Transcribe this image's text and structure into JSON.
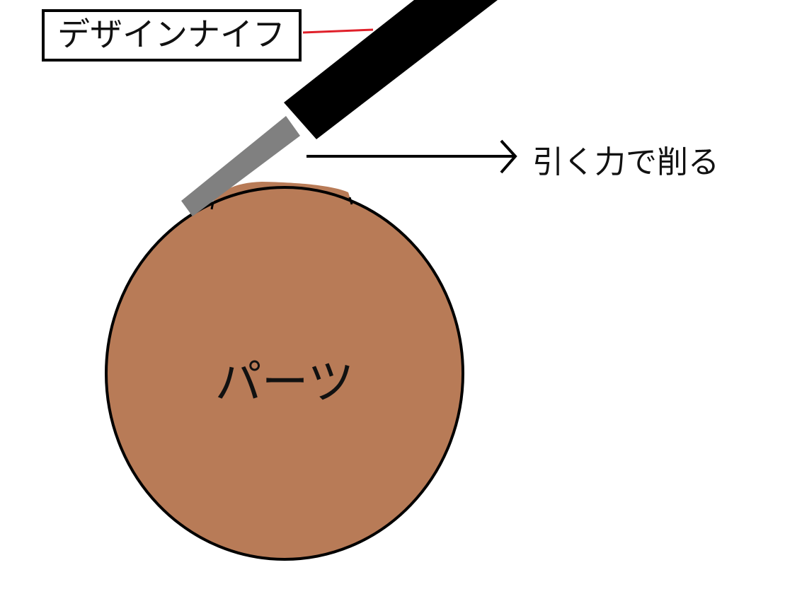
{
  "labels": {
    "knife_label": "デザインナイフ",
    "action_label": "引く力で削る",
    "part_label": "パーツ"
  },
  "colors": {
    "part_fill": "#b87b57",
    "outline": "#000000",
    "knife_handle": "#000000",
    "knife_blade": "#808080",
    "leader_line": "#e0202a",
    "arrow": "#000000",
    "background": "#ffffff"
  }
}
